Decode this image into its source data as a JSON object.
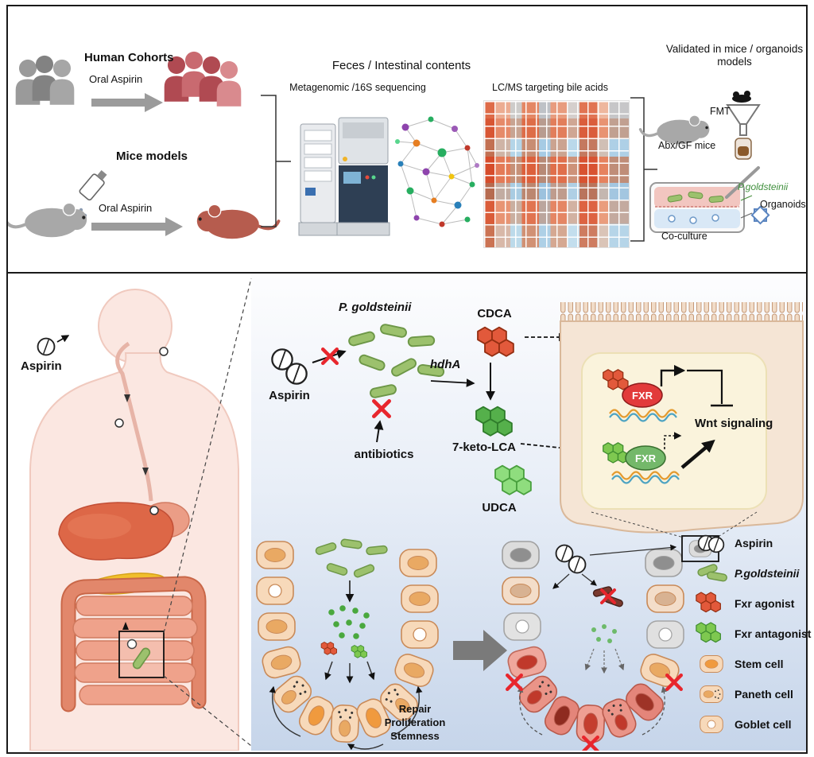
{
  "top": {
    "human": {
      "title": "Human Cohorts",
      "arrow_label": "Oral Aspirin"
    },
    "mice": {
      "title": "Mice models",
      "arrow_label": "Oral Aspirin"
    },
    "omics": {
      "title": "Feces / Intestinal contents",
      "sequencing_label": "Metagenomic /16S sequencing",
      "lcms_label": "LC/MS targeting bile acids"
    },
    "validation": {
      "title": "Validated in mice / organoids models",
      "fmt_label": "FMT",
      "abx_label": "Abx/GF mice",
      "bacteria_label": "P.goldsteinii",
      "organoids_label": "Organoids",
      "coculture_label": "Co-culture"
    }
  },
  "bottom": {
    "body_aspirin_label": "Aspirin",
    "mechanism": {
      "bacteria_label": "P. goldsteinii",
      "aspirin_label": "Aspirin",
      "antibiotics_label": "antibiotics",
      "cdca_label": "CDCA",
      "enzyme_label": "hdhA",
      "keto_label": "7-keto-LCA",
      "udca_label": "UDCA",
      "fxr_top_label": "FXR",
      "fxr_bottom_label": "FXR",
      "wnt_label": "Wnt signaling"
    },
    "crypt_labels": {
      "repair": "Repair",
      "proliferation": "Proliferation",
      "stemness": "Stemness"
    },
    "legend": [
      {
        "label": "Aspirin"
      },
      {
        "label": "P.goldsteinii"
      },
      {
        "label": "Fxr agonist"
      },
      {
        "label": "Fxr antagonist"
      },
      {
        "label": "Stem cell"
      },
      {
        "label": "Paneth cell"
      },
      {
        "label": "Goblet cell"
      }
    ],
    "colors": {
      "fxr_agonist": "#e2593b",
      "fxr_antagonist": "#7ec850",
      "fxr_red": "#e23b3b",
      "fxr_green": "#74b86a",
      "bacteria_green": "#9cc16d"
    }
  }
}
